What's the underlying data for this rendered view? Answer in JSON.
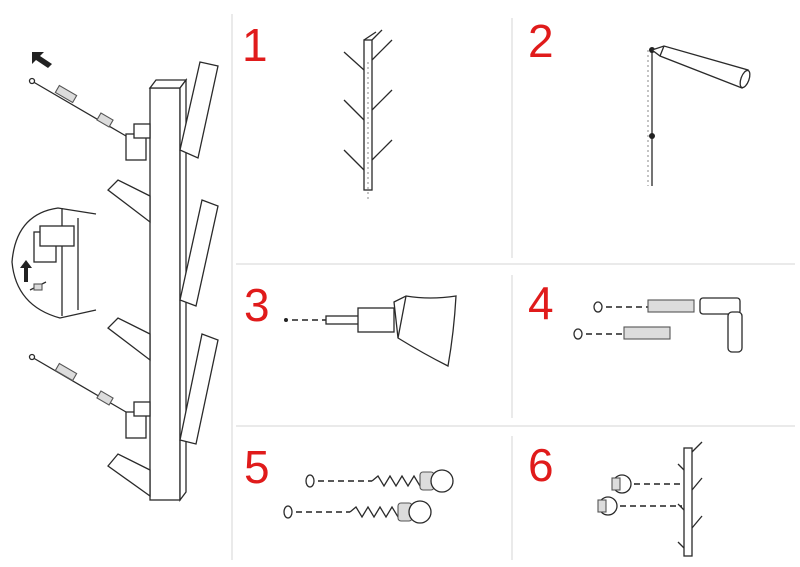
{
  "steps": [
    {
      "number": "1",
      "icon": "rack-marked-on-wall-icon"
    },
    {
      "number": "2",
      "icon": "pencil-marking-wall-icon"
    },
    {
      "number": "3",
      "icon": "drill-icon"
    },
    {
      "number": "4",
      "icon": "hammer-wall-plug-icon"
    },
    {
      "number": "5",
      "icon": "screw-insertion-icon"
    },
    {
      "number": "6",
      "icon": "hang-rack-on-screws-icon"
    }
  ],
  "colors": {
    "step_number": "#e01b1b",
    "line": "#2a2a2a",
    "divider": "#d6d6d6"
  },
  "overview": {
    "icon": "tree-coat-rack-exploded-icon",
    "detail_icon": "bracket-detail-magnifier-icon"
  }
}
